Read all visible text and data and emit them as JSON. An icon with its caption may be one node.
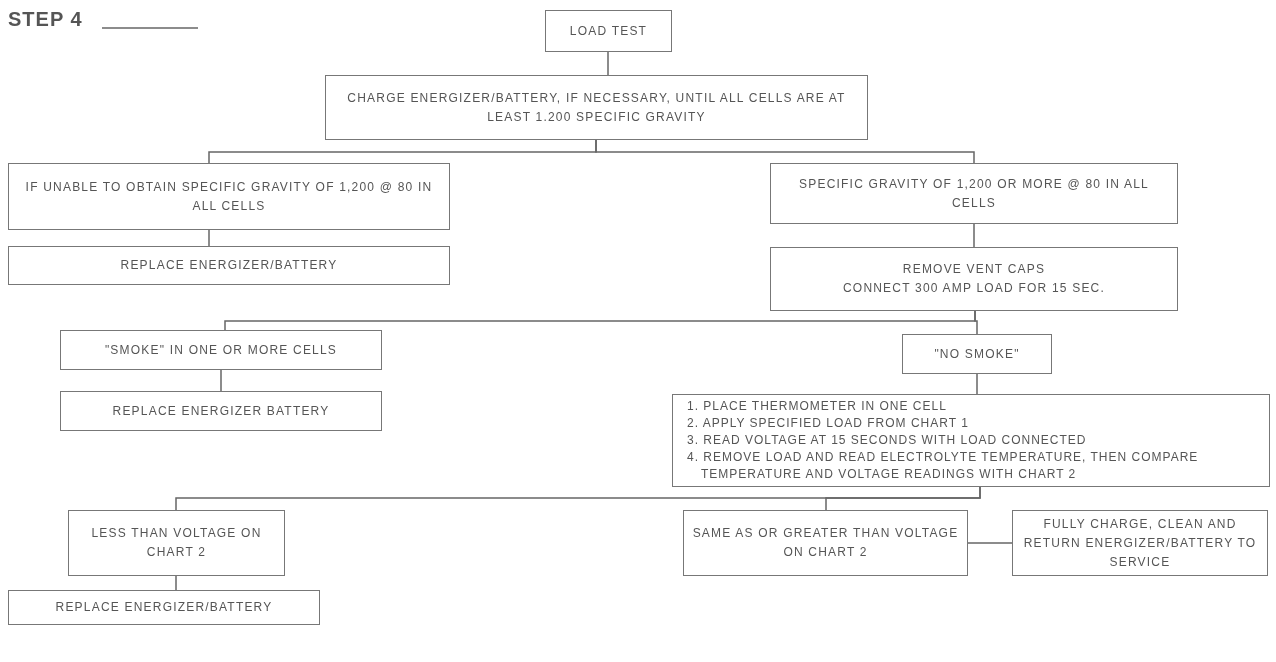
{
  "diagram": {
    "nodes": [
      {
        "text": [
          "LOAD TEST"
        ]
      },
      {
        "text": [
          "CHARGE ENERGIZER/BATTERY, IF NECESSARY, UNTIL ALL CELLS ARE AT LEAST 1.200 SPECIFIC GRAVITY"
        ]
      },
      {
        "text": [
          "IF UNABLE TO OBTAIN SPECIFIC GRAVITY OF 1,200 @ 80 IN ALL CELLS"
        ]
      },
      {
        "text": [
          "SPECIFIC GRAVITY OF 1,200 OR MORE @ 80 IN ALL CELLS"
        ]
      },
      {
        "text": [
          "REPLACE ENERGIZER/BATTERY"
        ]
      },
      {
        "text": [
          "REMOVE VENT CAPS",
          "CONNECT 300 AMP LOAD FOR 15 SEC."
        ]
      },
      {
        "text": [
          "\"SMOKE\" IN ONE OR MORE CELLS"
        ]
      },
      {
        "text": [
          "\"NO SMOKE\""
        ]
      },
      {
        "text": [
          "REPLACE ENERGIZER BATTERY"
        ]
      },
      {
        "text": [
          "1. PLACE THERMOMETER IN ONE CELL",
          "2. APPLY SPECIFIED LOAD FROM CHART 1",
          "3. READ VOLTAGE AT 15 SECONDS WITH LOAD CONNECTED",
          "4. REMOVE LOAD AND READ ELECTROLYTE TEMPERATURE, THEN COMPARE TEMPERATURE AND VOLTAGE READINGS WITH CHART 2"
        ]
      },
      {
        "text": [
          "LESS THAN VOLTAGE ON CHART 2"
        ]
      },
      {
        "text": [
          "SAME AS OR GREATER THAN VOLTAGE ON CHART 2"
        ]
      },
      {
        "text": [
          "FULLY CHARGE, CLEAN AND RETURN ENERGIZER/BATTERY TO SERVICE"
        ]
      },
      {
        "text": [
          "REPLACE ENERGIZER/BATTERY"
        ]
      }
    ],
    "edges": [
      {
        "from": 0,
        "to": 1,
        "arrow": "none"
      },
      {
        "from": 1,
        "to": 2,
        "arrow": "none"
      },
      {
        "from": 1,
        "to": 3,
        "arrow": "none"
      },
      {
        "from": 2,
        "to": 4,
        "arrow": "none"
      },
      {
        "from": 3,
        "to": 5,
        "arrow": "none"
      },
      {
        "from": 5,
        "to": 6,
        "arrow": "none"
      },
      {
        "from": 5,
        "to": 7,
        "arrow": "none"
      },
      {
        "from": 6,
        "to": 8,
        "arrow": "none"
      },
      {
        "from": 7,
        "to": 9,
        "arrow": "none"
      },
      {
        "from": 9,
        "to": 10,
        "arrow": "none"
      },
      {
        "from": 9,
        "to": 11,
        "arrow": "none"
      },
      {
        "from": 11,
        "to": 12,
        "arrow": "none"
      },
      {
        "from": 10,
        "to": 13,
        "arrow": "none"
      }
    ],
    "labels": [
      "STEP 4"
    ]
  }
}
